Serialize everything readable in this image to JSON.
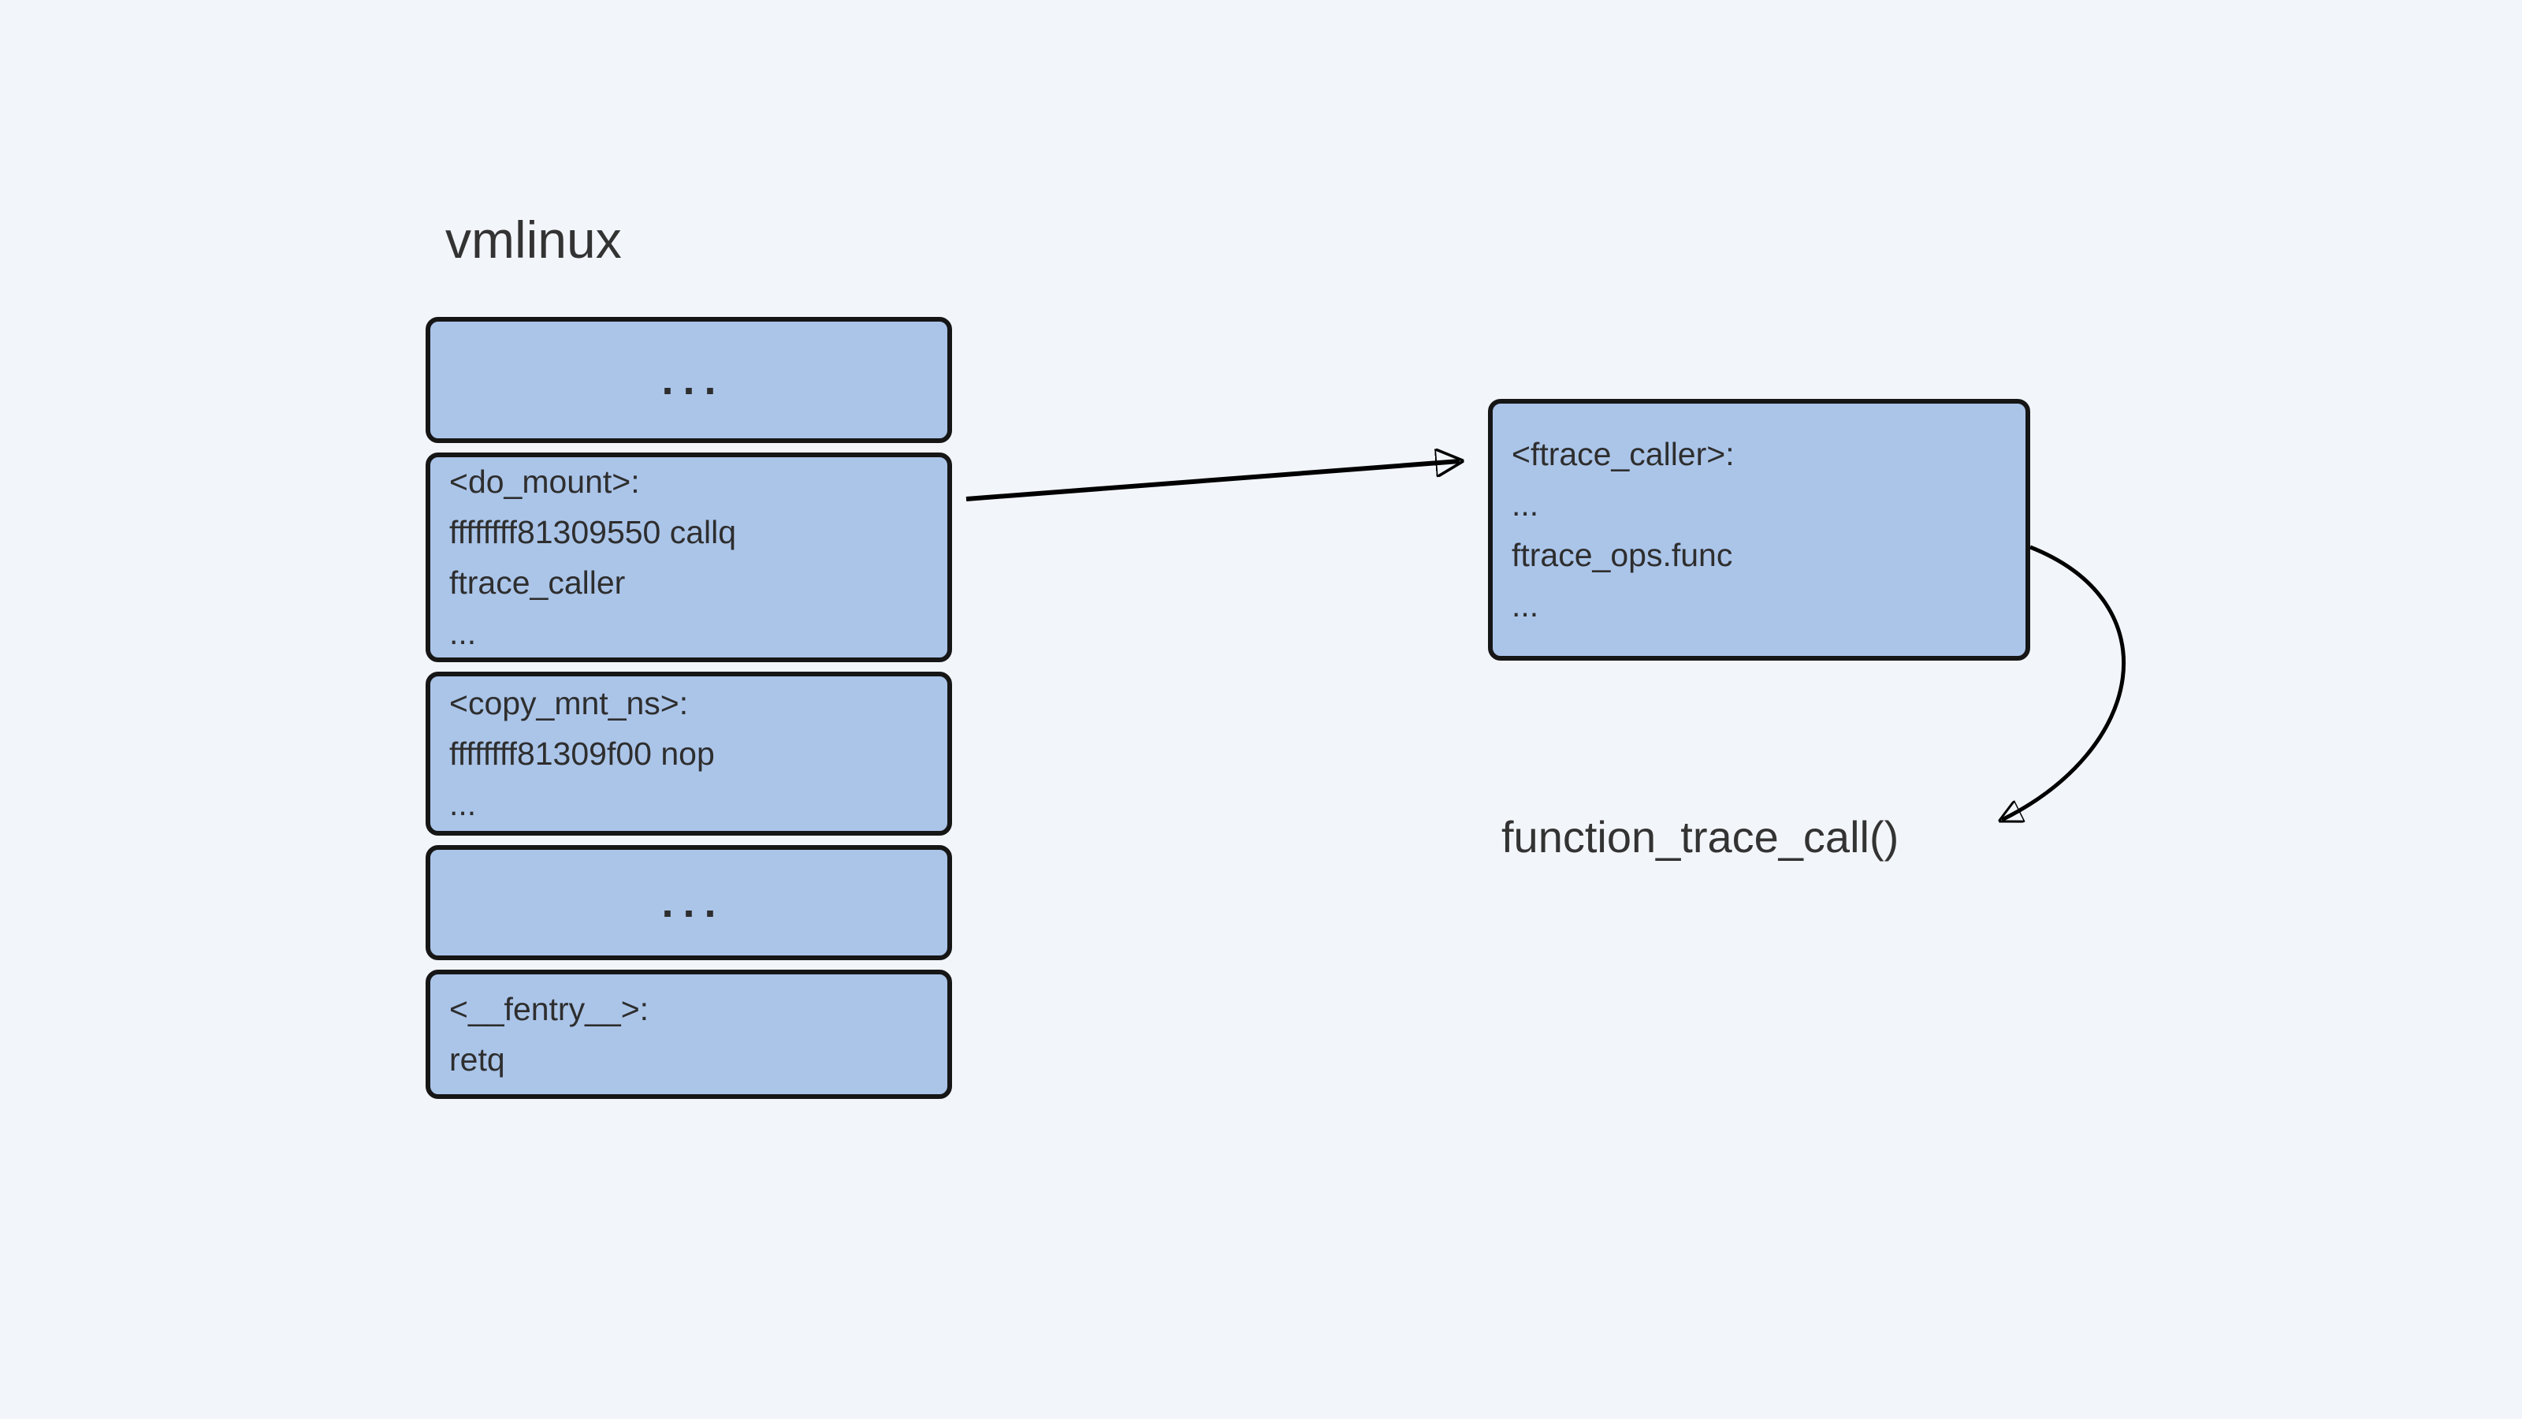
{
  "colors": {
    "background": "#f2f5fa",
    "box-fill": "#abc5e9",
    "box-border": "#161616",
    "text": "#333333",
    "arrow": "#000000"
  },
  "stack": {
    "label": "vmlinux",
    "blocks": [
      {
        "name": "ellipsis-top",
        "lines": [
          "..."
        ]
      },
      {
        "name": "do_mount",
        "lines": [
          "<do_mount>:",
          "ffffffff81309550 callq",
          "ftrace_caller",
          "..."
        ]
      },
      {
        "name": "copy_mnt_ns",
        "lines": [
          "<copy_mnt_ns>:",
          "ffffffff81309f00 nop",
          "..."
        ]
      },
      {
        "name": "ellipsis-mid",
        "lines": [
          "..."
        ]
      },
      {
        "name": "fentry",
        "lines": [
          "<__fentry__>:",
          "retq"
        ]
      }
    ]
  },
  "ftrace_caller_box": {
    "lines": [
      "<ftrace_caller>:",
      "...",
      "ftrace_ops.func",
      "..."
    ]
  },
  "function_label": "function_trace_call()"
}
